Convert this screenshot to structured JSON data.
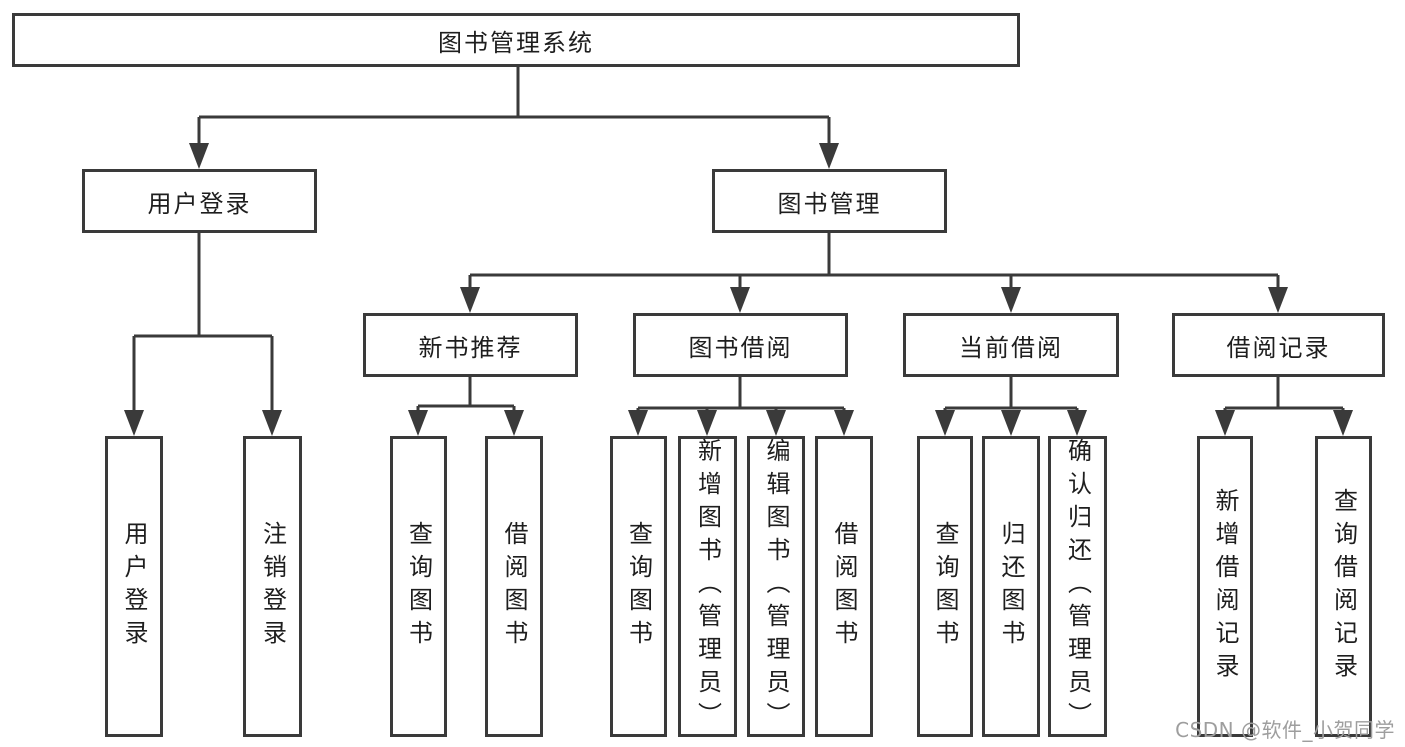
{
  "diagram": {
    "root": "图书管理系统",
    "level2": {
      "user_login": "用户登录",
      "book_mgmt": "图书管理"
    },
    "level3": {
      "new_books": "新书推荐",
      "book_borrow": "图书借阅",
      "current_borrow": "当前借阅",
      "borrow_records": "借阅记录"
    },
    "leaves": {
      "user_login": [
        "用户登录",
        "注销登录"
      ],
      "new_books": [
        "查询图书",
        "借阅图书"
      ],
      "book_borrow": [
        "查询图书",
        "新增图书（管理员）",
        "编辑图书（管理员）",
        "借阅图书"
      ],
      "current_borrow": [
        "查询图书",
        "归还图书",
        "确认归还（管理员）"
      ],
      "borrow_records": [
        "新增借阅记录",
        "查询借阅记录"
      ]
    }
  },
  "watermark": "CSDN @软件_小贺同学",
  "colors": {
    "line": "#3a3a3a",
    "text": "#1e1e1e",
    "box_background": "#ffffff",
    "watermark": "#9e9e9e"
  }
}
